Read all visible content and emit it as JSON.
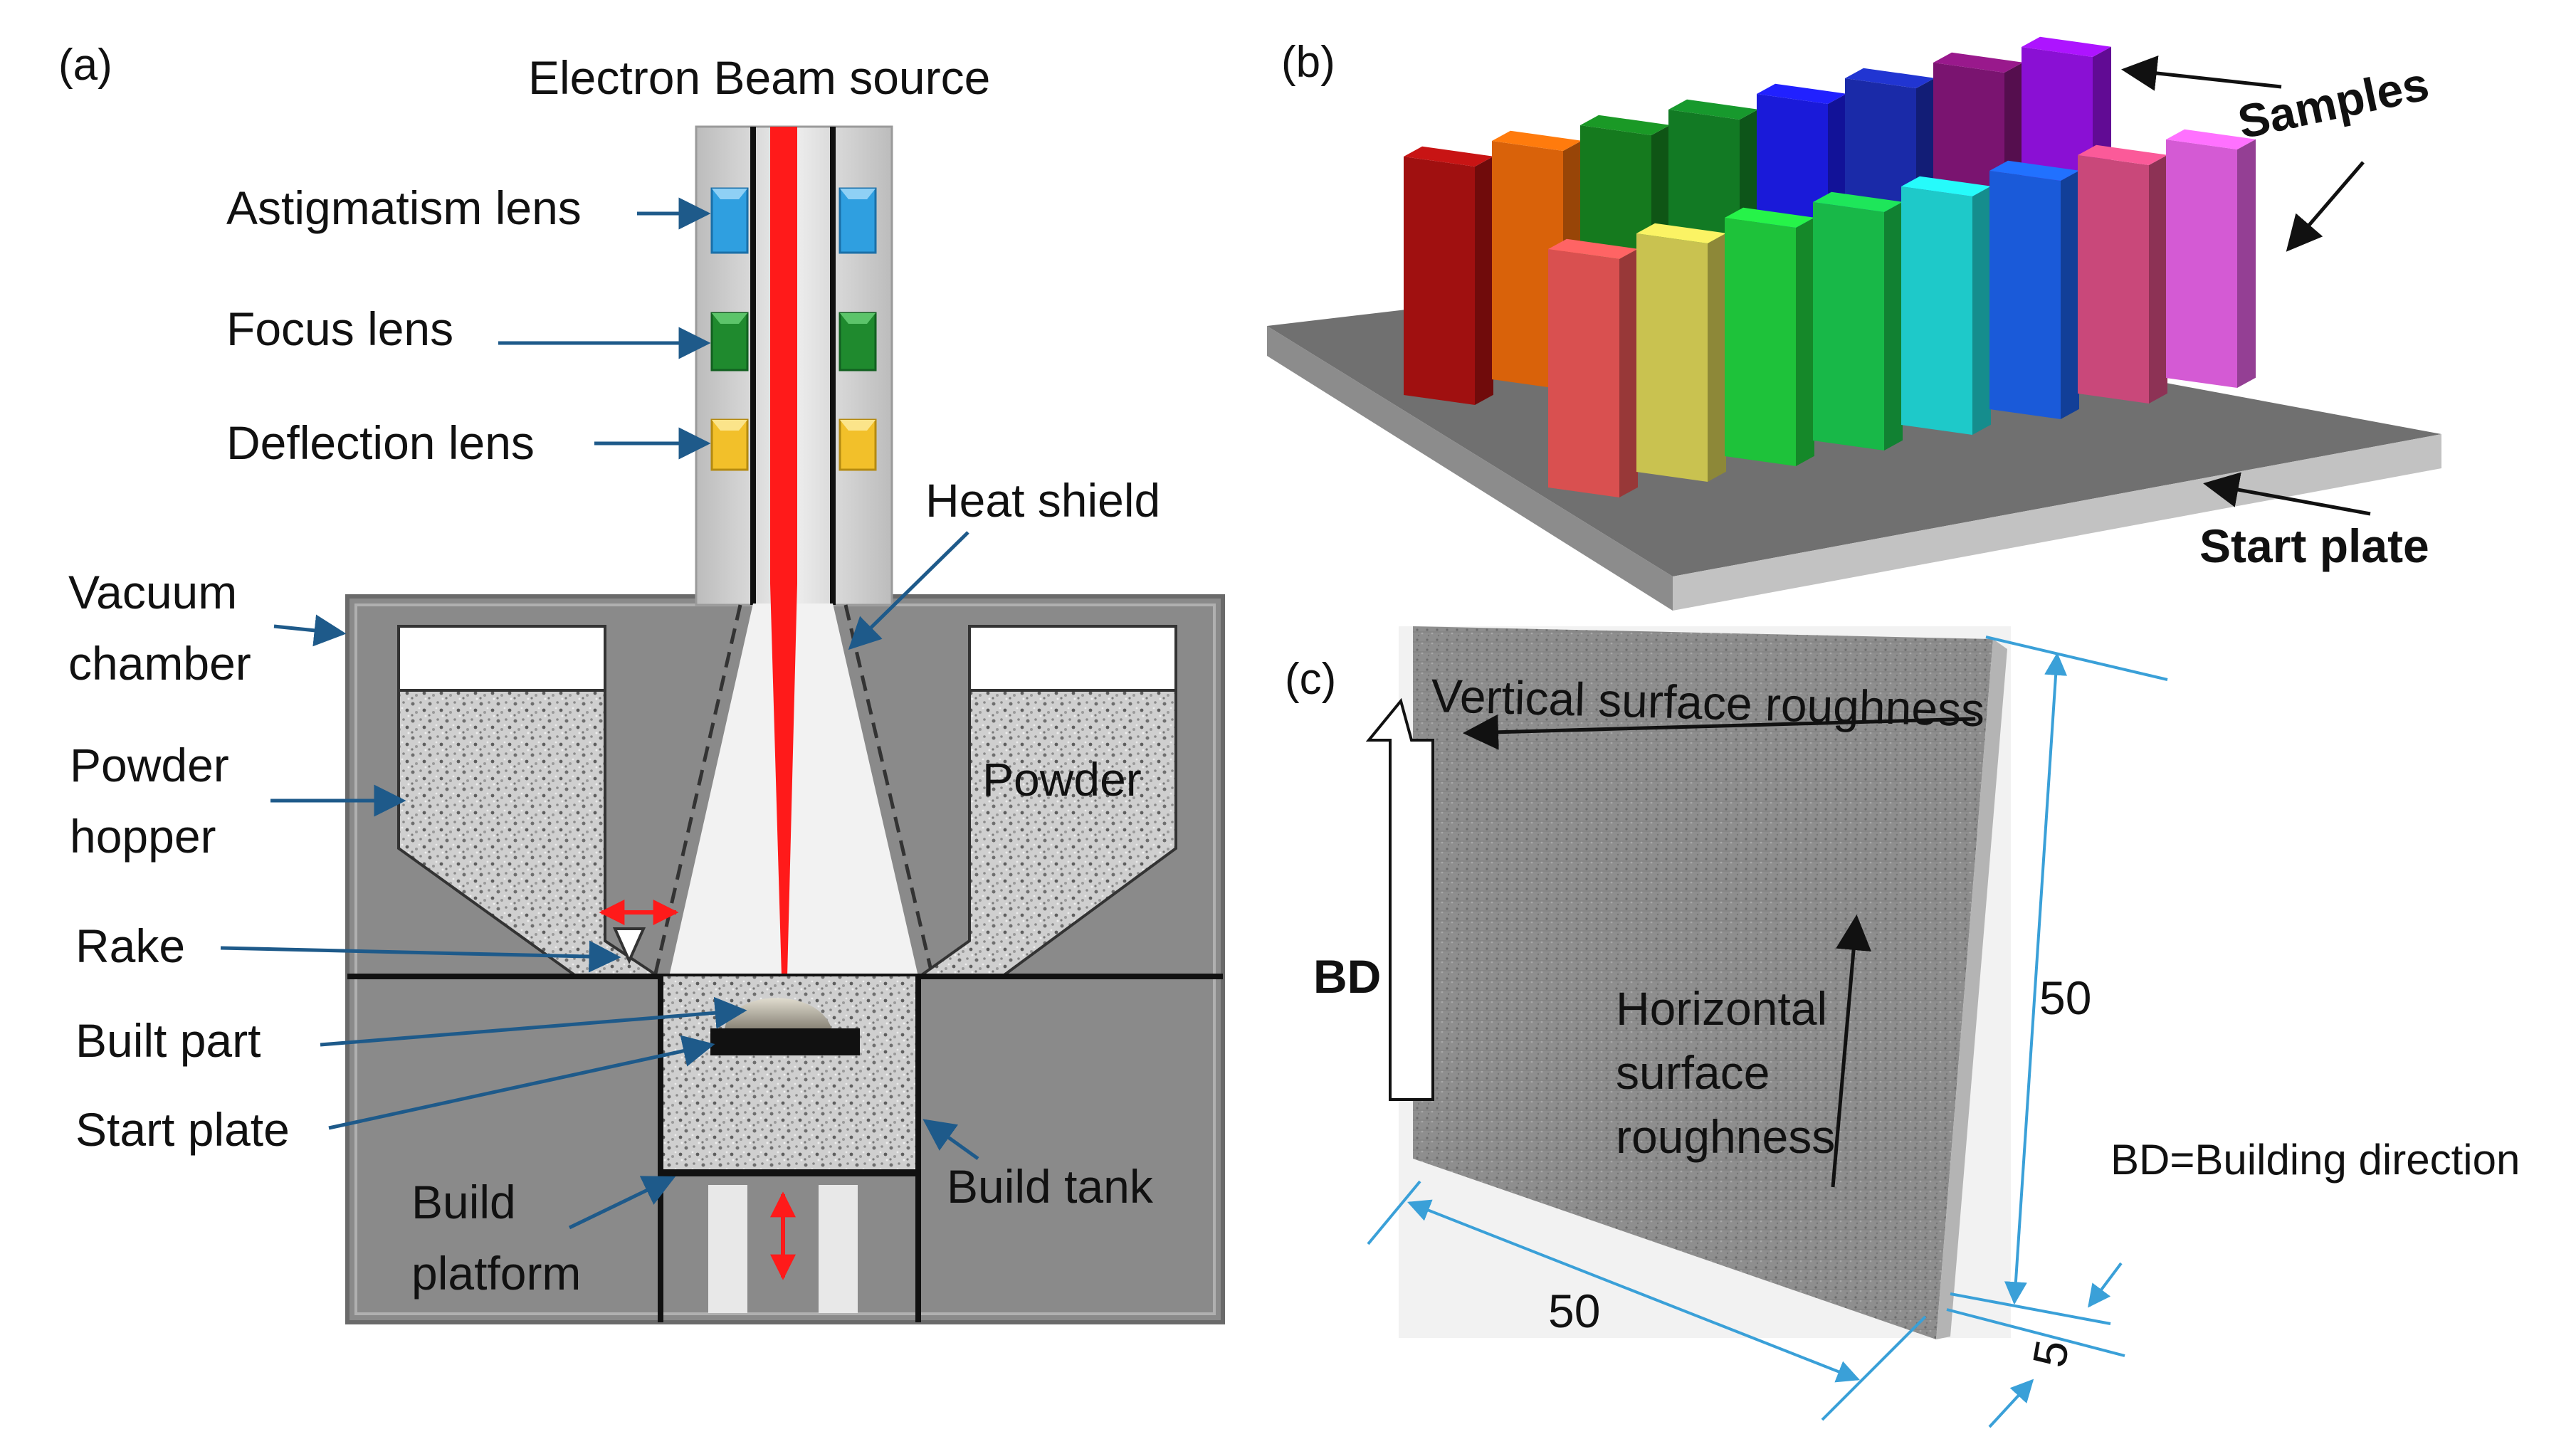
{
  "panel_a": {
    "tag": "(a)",
    "source": "Electron Beam source",
    "astigmatism_lens": "Astigmatism lens",
    "focus_lens": "Focus lens",
    "deflection_lens": "Deflection lens",
    "heat_shield": "Heat shield",
    "vacuum_chamber_1": "Vacuum",
    "vacuum_chamber_2": "chamber",
    "powder_hopper_1": "Powder",
    "powder_hopper_2": "hopper",
    "powder": "Powder",
    "rake": "Rake",
    "built_part": "Built part",
    "start_plate": "Start plate",
    "build_platform_1": "Build",
    "build_platform_2": "platform",
    "build_tank": "Build tank"
  },
  "panel_b": {
    "tag": "(b)",
    "samples": "Samples",
    "start_plate": "Start plate",
    "sample_colors_back": [
      "#a01010",
      "#d9620a",
      "#157a1e",
      "#127a24",
      "#1a1ad9",
      "#1a2aa8",
      "#7a1470",
      "#8a10d4"
    ],
    "sample_colors_front": [
      "#d95050",
      "#c9c250",
      "#1ec23a",
      "#18b848",
      "#1ec9c9",
      "#1a5ad9",
      "#c9487a",
      "#d45ad4"
    ]
  },
  "panel_c": {
    "tag": "(c)",
    "vertical_roughness": "Vertical surface roughness",
    "horizontal_1": "Horizontal",
    "horizontal_2": "surface",
    "horizontal_3": "roughness",
    "bd": "BD",
    "dim_height": "50",
    "dim_width": "50",
    "dim_depth": "5",
    "legend": "BD=Building direction"
  },
  "colors": {
    "beam": "#ff1a1a",
    "chamber": "#8a8a8a",
    "chamber_light": "#b5b5b5",
    "pointer": "#1e5a8a",
    "dimension": "#3aa0d8"
  }
}
